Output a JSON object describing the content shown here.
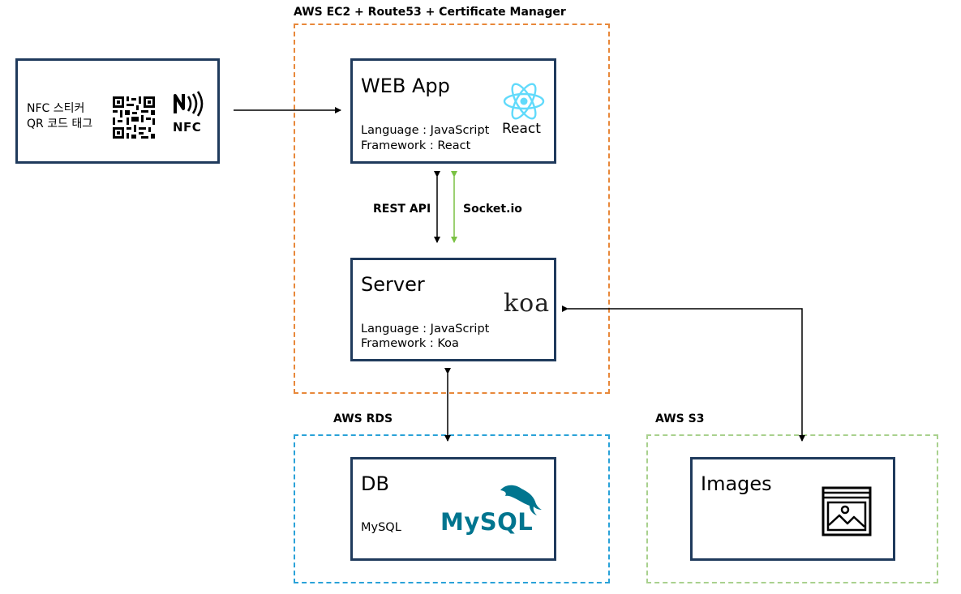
{
  "groups": {
    "ec2": {
      "title": "AWS EC2 + Route53 + Certificate Manager"
    },
    "rds": {
      "title": "AWS RDS"
    },
    "s3": {
      "title": "AWS S3"
    }
  },
  "nodes": {
    "client": {
      "lines": [
        "NFC 스티커",
        "QR 코드 태그"
      ],
      "nfc_logo": "NFC",
      "icons": [
        "qr-code-icon",
        "nfc-icon"
      ]
    },
    "webapp": {
      "title": "WEB App",
      "language": "Language : JavaScript",
      "framework": "Framework : React",
      "logo": "React",
      "icon": "react-icon"
    },
    "server": {
      "title": "Server",
      "language": "Language : JavaScript",
      "framework": "Framework : Koa",
      "logo": "koa"
    },
    "db": {
      "title": "DB",
      "engine": "MySQL",
      "logo": "MySQL",
      "icon": "mysql-dolphin-icon"
    },
    "images": {
      "title": "Images",
      "icon": "image-icon"
    }
  },
  "edges": {
    "rest": {
      "label": "REST API"
    },
    "socket": {
      "label": "Socket.io"
    }
  },
  "colors": {
    "box_border": "#1f3a5c",
    "ec2_border": "#e8883a",
    "rds_border": "#2aa2d8",
    "s3_border": "#a9d18e",
    "socket_arrow": "#7ac143",
    "react": "#61dafb",
    "mysql_blue": "#00758f",
    "mysql_orange": "#f29111"
  }
}
